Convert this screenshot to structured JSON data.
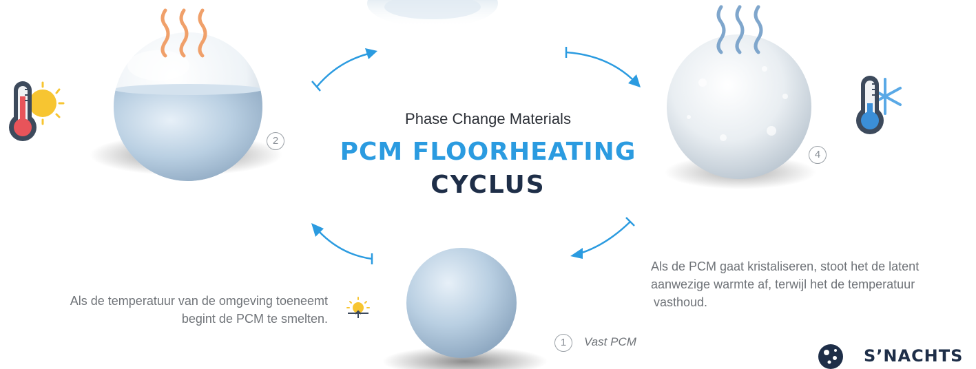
{
  "header": {
    "subtitle": "Phase Change Materials",
    "title_line1": "PCM FLOORHEATING",
    "title_line2": "CYCLUS"
  },
  "steps": [
    {
      "number": "1",
      "label": "Vast PCM",
      "icon": "sun-rise-icon"
    },
    {
      "number": "2",
      "icon": "hot-thermometer-icon"
    },
    {
      "number": "4",
      "icon": "cold-thermometer-icon"
    }
  ],
  "captions": {
    "melt_line1": "Als de temperatuur van de omgeving toeneemt",
    "melt_line2": "begint de PCM te smelten.",
    "crystal_line1": "Als de PCM gaat kristaliseren, stoot het de latent",
    "crystal_line2": "aanwezige warmte af, terwijl het de temperatuur",
    "crystal_line3": "vasthoud."
  },
  "badge": {
    "label": "S’NACHTS",
    "icon": "moon-icon"
  },
  "colors": {
    "accent": "#2b9be0",
    "dark": "#1e2e48",
    "sphere": "#b8cfe3",
    "heat_wave": "#f0a06a",
    "cold_wave": "#7fa6cc",
    "thermo_red": "#e8545a",
    "thermo_blue": "#3b8fd8",
    "sun": "#f7c531"
  }
}
